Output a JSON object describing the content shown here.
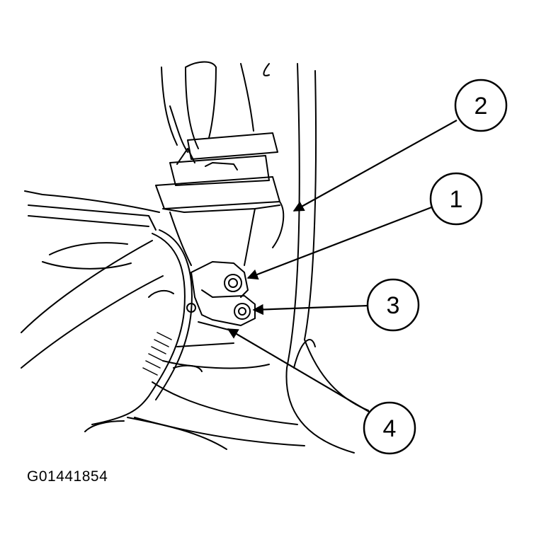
{
  "figure_id": "G01441854",
  "callouts": [
    {
      "label": "2",
      "points_to": "electrical-connector"
    },
    {
      "label": "1",
      "points_to": "upper-bolt"
    },
    {
      "label": "3",
      "points_to": "lower-nut"
    },
    {
      "label": "4",
      "points_to": "mounting-bracket"
    }
  ],
  "colors": {
    "line": "#000000",
    "background": "#ffffff"
  }
}
